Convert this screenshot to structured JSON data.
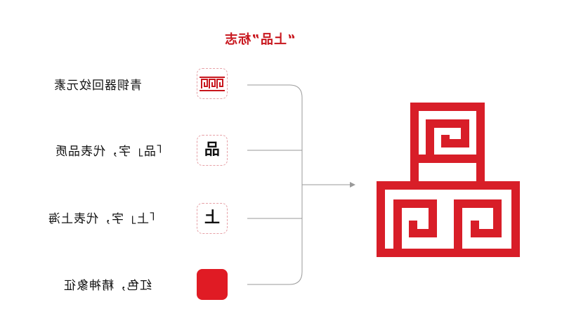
{
  "title": "“上品”标志",
  "rows": [
    {
      "label": "青铜器回纹元素",
      "tile_char": "",
      "icon": "meander-pattern-icon"
    },
    {
      "label": "「品」字，代表品质",
      "tile_char": "品",
      "icon": ""
    },
    {
      "label": "「上」字，代表上海",
      "tile_char": "上",
      "icon": ""
    },
    {
      "label": "红色，精神象征",
      "tile_char": "",
      "icon": "red-swatch"
    }
  ],
  "colors": {
    "brand_red": "#c8161d",
    "swatch_red": "#e01b24",
    "logo_red": "#d81e28",
    "connector_gray": "#9a9a9a"
  },
  "logo": {
    "icon": "shangpin-logo-icon"
  }
}
